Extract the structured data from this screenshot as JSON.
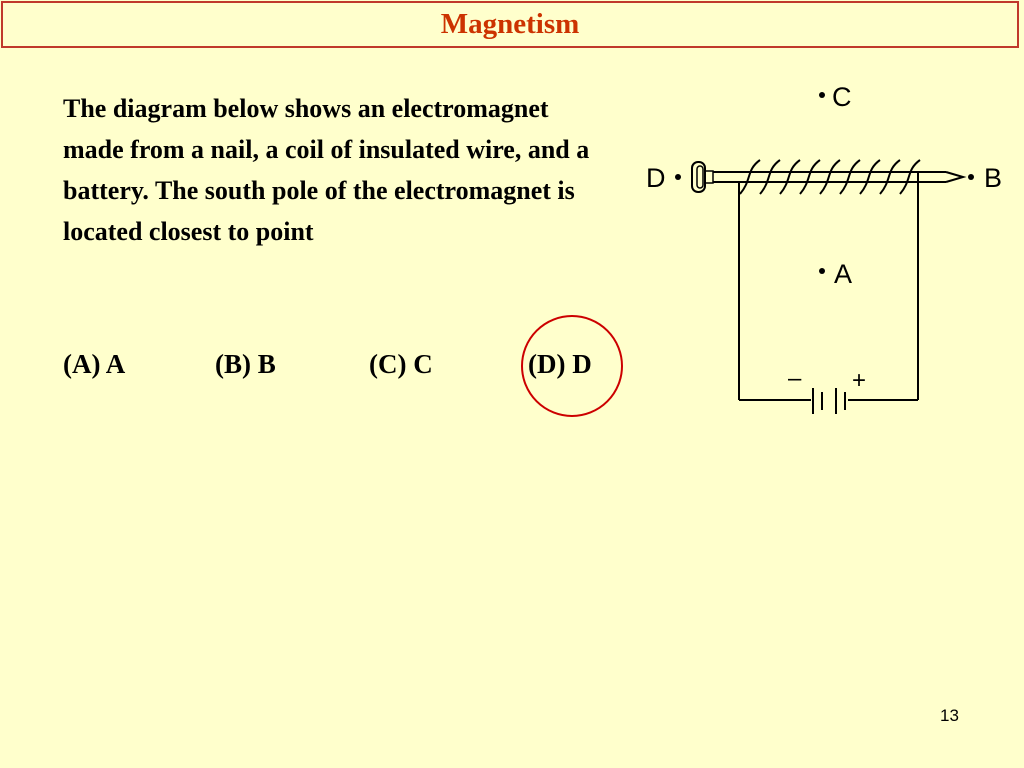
{
  "slide": {
    "title": "Magnetism",
    "question": "The diagram below shows an electromagnet made from a nail, a coil of insulated wire, and a battery. The south pole of the electromagnet is located closest to point",
    "choices": [
      "(A) A",
      "(B) B",
      "(C) C",
      "(D) D"
    ],
    "correct_choice": "(D) D",
    "page_number": "13"
  },
  "diagram": {
    "points": {
      "C": "C",
      "A": "A",
      "B": "B",
      "D": "D"
    },
    "battery": {
      "negative": "–",
      "positive": "+"
    }
  },
  "colors": {
    "background": "#FFFFCC",
    "title": "#CC3300",
    "title_border": "#C0392B",
    "answer_circle": "#CC0000"
  }
}
